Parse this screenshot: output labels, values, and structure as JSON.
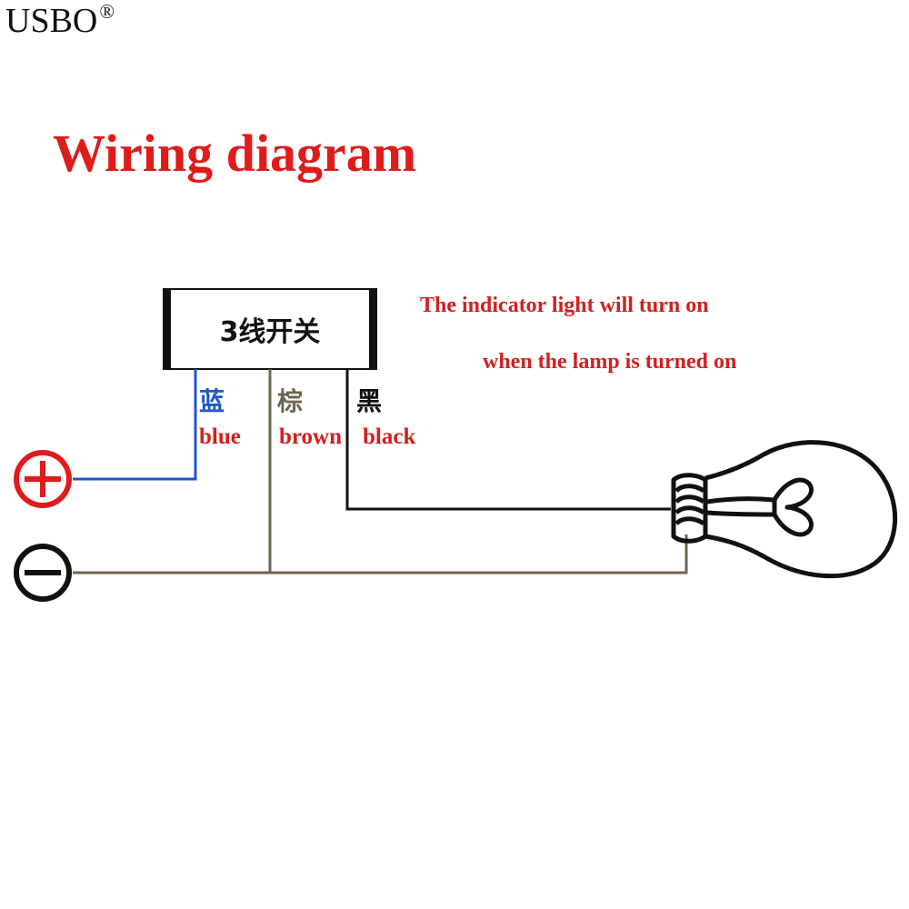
{
  "brand": {
    "name": "USBO",
    "registered": "®"
  },
  "title": "Wiring diagram",
  "switch": {
    "label": "3线开关"
  },
  "note": {
    "line1": "The indicator light will turn on",
    "line2": "when the lamp is turned on"
  },
  "wires": [
    {
      "cn": "蓝",
      "en": "blue",
      "color": "#1f57c9"
    },
    {
      "cn": "棕",
      "en": "brown",
      "color": "#6b6452"
    },
    {
      "cn": "黑",
      "en": "black",
      "color": "#111111"
    }
  ],
  "colors": {
    "title": "#e01b1b",
    "note": "#d41f1f",
    "positive_terminal": "#e01b1b",
    "negative_terminal": "#111111",
    "neutral_wire": "#6b6452"
  },
  "icons": {
    "positive": "plus-circle-icon",
    "negative": "minus-circle-icon",
    "lamp": "light-bulb-icon"
  }
}
